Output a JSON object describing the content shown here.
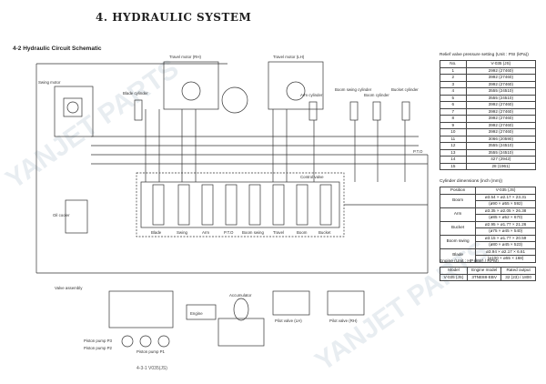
{
  "header": {
    "section_title": "4. HYDRAULIC SYSTEM",
    "subsection_title": "4-2 Hydraulic Circuit Schematic"
  },
  "diagram_labels": {
    "swing_motor": "Swing motor",
    "travel_motor_rh": "Travel motor (RH)",
    "travel_motor_lh": "Travel motor (LH)",
    "blade_cylinder": "Blade cylinder",
    "arm_cylinder": "Arm cylinder",
    "boom_swing_cylinder": "Boom swing cylinder",
    "boom_cylinder": "Boom cylinder",
    "bucket_cylinder": "Bucket cylinder",
    "control_valve": "Control valve",
    "oil_cooler": "Oil cooler",
    "pilot_valve_lh": "Pilot valve (LH)",
    "pilot_valve_rh": "Pilot valve (RH)",
    "accumulator": "Accumulator",
    "valve_assembly": "Valve assembly",
    "engine": "Engine",
    "piston_pump_p1": "Piston pump P1",
    "piston_pump_p2": "Piston pump P2",
    "piston_pump_p3": "Piston pump P3",
    "service_port": "P.T.O",
    "spool_labels": [
      "Blade",
      "Swing",
      "Arm",
      "P.T.O",
      "Boom swing",
      "Travel",
      "Boom",
      "Bucket"
    ]
  },
  "pressure_table": {
    "title": "Relief valve pressure setting (Unit : PSI (kPa))",
    "headers": [
      "No.",
      "V-035 (JS)"
    ],
    "rows": [
      [
        "1",
        "2992 (27460)"
      ],
      [
        "2",
        "3992 (27460)"
      ],
      [
        "3",
        "3992 (27460)"
      ],
      [
        "4",
        "3555 (24510)"
      ],
      [
        "5",
        "3555 (24510)"
      ],
      [
        "6",
        "3992 (27460)"
      ],
      [
        "7",
        "3992 (27460)"
      ],
      [
        "8",
        "3992 (27460)"
      ],
      [
        "9",
        "3992 (27460)"
      ],
      [
        "10",
        "3992 (27460)"
      ],
      [
        "11",
        "3066 (20590)"
      ],
      [
        "12",
        "3555 (24510)"
      ],
      [
        "13",
        "3555 (24510)"
      ],
      [
        "14",
        "427 (2942)"
      ],
      [
        "15",
        "28 (1961)"
      ]
    ]
  },
  "cylinder_table": {
    "title": "Cylinder dimensions (inch (mm))",
    "headers": [
      "Position",
      "V-035 (JS)"
    ],
    "rows": [
      [
        "Boom",
        "ø3.54 × ø2.17 × 23.31",
        "(ø90 × ø55 × 592)"
      ],
      [
        "Arm",
        "ø3.35 × ø2.05 × 26.38",
        "(ø85 × ø52 × 670)"
      ],
      [
        "Bucket",
        "ø2.95 × ø1.77 × 21.26",
        "(ø75 × ø45 × 540)"
      ],
      [
        "Boom swing",
        "ø3.15 × ø1.77 × 20.59",
        "(ø80 × ø45 × 523)"
      ],
      [
        "Blade",
        "ø3.94 × ø2.17 × 6.61",
        "(ø100 × ø55 × 168)"
      ]
    ]
  },
  "engine_table": {
    "title": "Engine (Unit : HP (kW) / RPM)",
    "headers": [
      "Model",
      "Engine model",
      "Rated output"
    ],
    "rows": [
      [
        "V-035 (JS)",
        "3TNE88-EBV",
        "32 (23) / 1800"
      ]
    ]
  },
  "footer": {
    "page_ref": "4-3-1  V035(JS)"
  },
  "watermark": {
    "text": "YANJET PARTS"
  }
}
